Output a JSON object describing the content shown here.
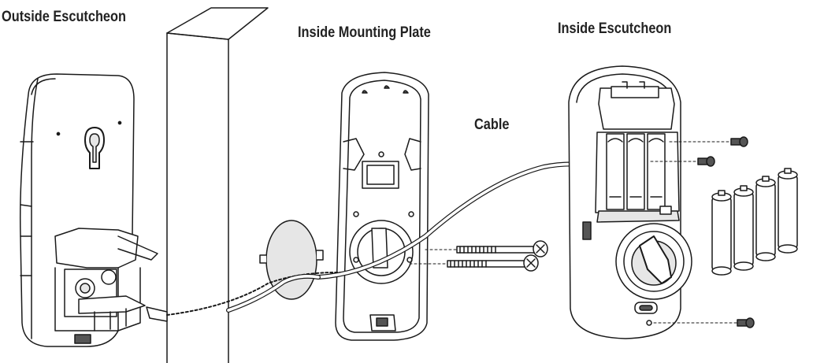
{
  "labels": {
    "outside_escutcheon": "Outside Escutcheon",
    "inside_mounting_plate": "Inside Mounting Plate",
    "inside_escutcheon": "Inside Escutcheon",
    "cable": "Cable"
  },
  "colors": {
    "line": "#1a1a1a",
    "fill": "#ffffff",
    "shade": "#e6e6e6",
    "dark": "#555555"
  },
  "components": {
    "batteries_count": 4,
    "mounting_screws_count": 2,
    "small_screws_count": 3
  }
}
